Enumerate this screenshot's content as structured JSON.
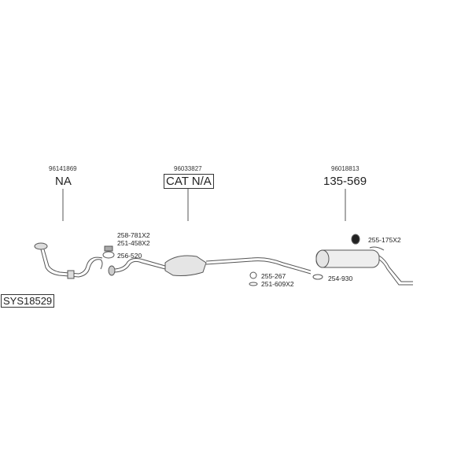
{
  "system_id": "SYS18529",
  "groups": [
    {
      "ref": "96141869",
      "code": "NA"
    },
    {
      "ref": "96033827",
      "code": "CAT N/A"
    },
    {
      "ref": "96018813",
      "code": "135-569"
    }
  ],
  "parts": [
    "258-781X2",
    "251-458X2",
    "256-520",
    "255-267",
    "251-609X2",
    "254-930",
    "255-175X2"
  ]
}
